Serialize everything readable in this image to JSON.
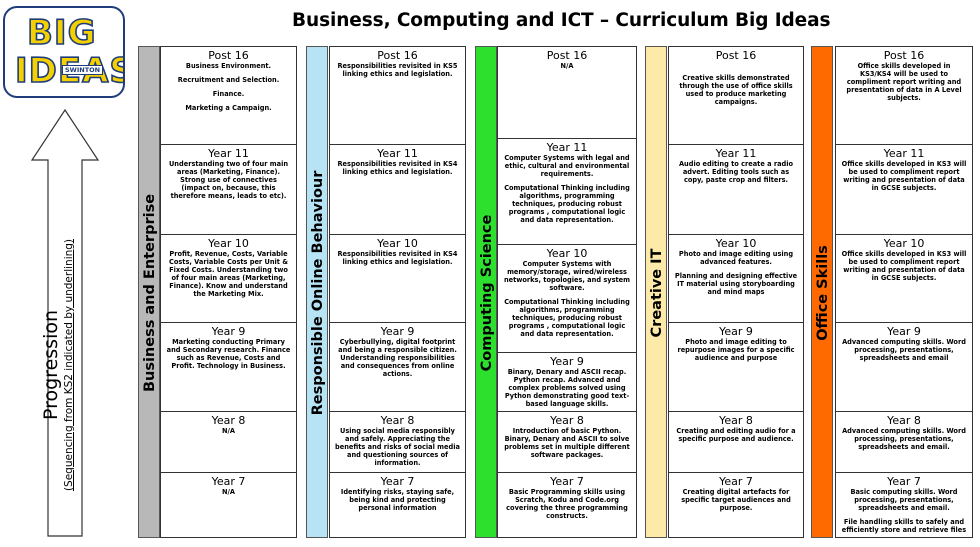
{
  "page": {
    "title": "Business, Computing and ICT – Curriculum Big Ideas"
  },
  "logo": {
    "line1": "BIG",
    "line2": "IDEAS",
    "school": "SWINTON"
  },
  "progression": {
    "label": "Progression",
    "sublabel": "(Sequencing from KS2 indicated by underlining)"
  },
  "colors": {
    "business": "#b8b8b8",
    "online": "#b7e4f5",
    "computing": "#2ee02e",
    "creative": "#fde9a8",
    "office": "#ff6a00"
  },
  "subjects": [
    {
      "name": "Business and Enterprise",
      "cells": [
        {
          "year": "Post 16",
          "lines": [
            "Business Environment.",
            "Recruitment and Selection.",
            "Finance.",
            "Marketing a Campaign."
          ]
        },
        {
          "year": "Year 11",
          "lines": [
            "Understanding two of four main areas (Marketing, Finance). Strong use of connectives (impact on, because, this therefore means, leads to etc)."
          ]
        },
        {
          "year": "Year 10",
          "lines": [
            "Profit, Revenue, Costs, Variable Costs, Variable Costs per Unit & Fixed Costs. Understanding two of four main areas (Marketing, Finance). Know and understand the Marketing Mix."
          ]
        },
        {
          "year": "Year 9",
          "lines": [
            "Marketing conducting Primary and Secondary research. Finance such as Revenue, Costs and Profit. Technology in Business."
          ]
        },
        {
          "year": "Year 8",
          "lines": [
            "N/A"
          ]
        },
        {
          "year": "Year 7",
          "lines": [
            "N/A"
          ]
        }
      ]
    },
    {
      "name": "Responsible Online Behaviour",
      "cells": [
        {
          "year": "Post 16",
          "lines": [
            "Responsibilities revisited in KS5 linking ethics and legislation."
          ]
        },
        {
          "year": "Year 11",
          "lines": [
            "Responsibilities revisited in KS4 linking ethics and legislation."
          ]
        },
        {
          "year": "Year 10",
          "lines": [
            "Responsibilities revisited in KS4 linking ethics and legislation."
          ]
        },
        {
          "year": "Year 9",
          "lines": [
            "Cyberbullying, digital footprint and being a responsible citizen. Understanding responsibilities and consequences from online actions."
          ]
        },
        {
          "year": "Year 8",
          "lines": [
            "Using social media responsibly and safely. Appreciating the benefits and risks of social media and questioning sources of information."
          ]
        },
        {
          "year": "Year 7",
          "lines": [
            "Identifying risks, staying safe, being kind and protecting personal information"
          ]
        }
      ]
    },
    {
      "name": "Computing Science",
      "cells": [
        {
          "year": "Post 16",
          "lines": [
            "N/A"
          ]
        },
        {
          "year": "Year 11",
          "lines": [
            "Computer Systems with legal and ethic, cultural and environmental requirements.",
            "Computational Thinking including algorithms, programming techniques, producing robust programs , computational logic and data representation."
          ]
        },
        {
          "year": "Year 10",
          "lines": [
            "Computer Systems with memory/storage, wired/wireless networks, topologies, and system software.",
            "Computational Thinking including algorithms, programming techniques, producing robust programs , computational logic and data representation."
          ]
        },
        {
          "year": "Year 9",
          "lines": [
            "Binary, Denary and ASCII recap. Python recap. Advanced and complex problems solved using Python demonstrating good text-based language skills."
          ]
        },
        {
          "year": "Year 8",
          "lines": [
            "Introduction of basic Python. Binary, Denary and ASCII to solve problems set in multiple different software packages."
          ]
        },
        {
          "year": "Year 7",
          "lines": [
            "Basic Programming skills using Scratch, Kodu and Code.org covering the three programming constructs."
          ]
        }
      ]
    },
    {
      "name": "Creative IT",
      "cells": [
        {
          "year": "Post 16",
          "lines": [
            "Creative skills demonstrated through the use of office skills used to produce marketing campaigns."
          ]
        },
        {
          "year": "Year 11",
          "lines": [
            "Audio editing to create a radio advert. Editing tools such as copy, paste crop and filters."
          ]
        },
        {
          "year": "Year 10",
          "lines": [
            "Photo and image editing using advanced features.",
            "Planning and designing effective IT material using storyboarding and mind maps"
          ]
        },
        {
          "year": "Year 9",
          "lines": [
            "Photo and image editing to repurpose images for a specific audience and purpose"
          ]
        },
        {
          "year": "Year 8",
          "lines": [
            "Creating and editing audio for a specific purpose and audience."
          ]
        },
        {
          "year": "Year 7",
          "lines": [
            "Creating digital artefacts for specific target audiences and purpose."
          ]
        }
      ]
    },
    {
      "name": "Office Skills",
      "cells": [
        {
          "year": "Post 16",
          "lines": [
            "Office skills developed in KS3/KS4 will be used to compliment report writing and presentation of data in A Level subjects."
          ]
        },
        {
          "year": "Year 11",
          "lines": [
            "Office skills developed in KS3 will be used to compliment report writing and presentation of data in GCSE subjects."
          ]
        },
        {
          "year": "Year 10",
          "lines": [
            "Office skills developed in KS3 will be used to compliment report writing and presentation of data in GCSE subjects."
          ]
        },
        {
          "year": "Year 9",
          "lines": [
            "Advanced computing skills. Word processing, presentations, spreadsheets and email"
          ]
        },
        {
          "year": "Year 8",
          "lines": [
            "Advanced computing skills. Word processing, presentations, spreadsheets and email."
          ]
        },
        {
          "year": "Year 7",
          "lines": [
            "Basic computing skills. Word processing, presentations, spreadsheets and email.",
            "File handling skills to safely and efficiently store and retrieve files"
          ]
        }
      ]
    }
  ]
}
